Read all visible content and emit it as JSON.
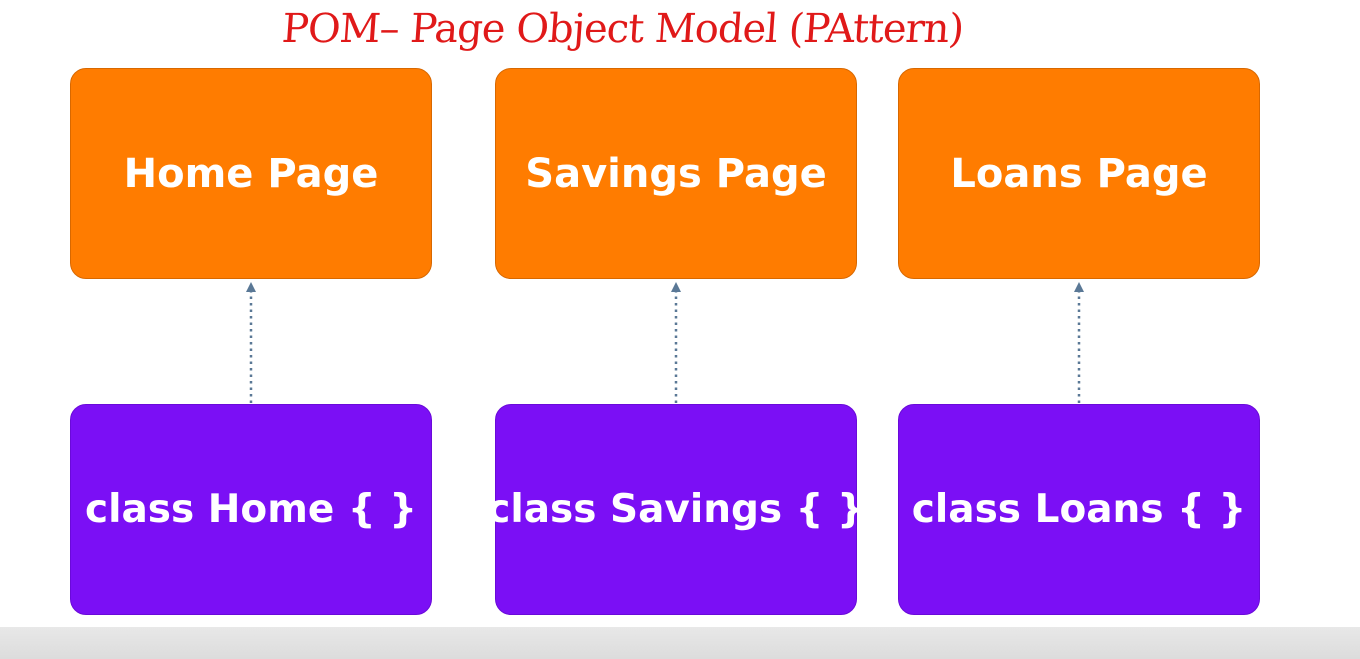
{
  "title": "POM– Page Object Model (PAttern)",
  "colors": {
    "page_box": "#ff7c00",
    "class_box": "#7b0ff5",
    "arrow": "#5a7896",
    "title": "#e01919"
  },
  "pages": [
    {
      "label": "Home Page"
    },
    {
      "label": "Savings Page"
    },
    {
      "label": "Loans Page"
    }
  ],
  "classes": [
    {
      "label": "class Home { }"
    },
    {
      "label": "class Savings { }"
    },
    {
      "label": "class Loans { }"
    }
  ]
}
